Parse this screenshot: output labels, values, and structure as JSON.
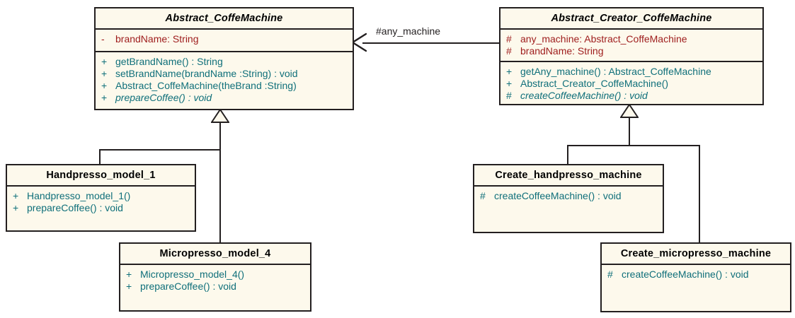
{
  "diagram": {
    "title": "Abstract Factory coffee machine UML class diagram",
    "colors": {
      "class_fill": "#fdf9ec",
      "border": "#231f20",
      "attribute_text": "#9e1c1c",
      "method_text": "#0f6f7a",
      "title_text": "#000000",
      "background": "#ffffff"
    }
  },
  "classes": {
    "abstract_coffemachine": {
      "name": "Abstract_CoffeMachine",
      "is_abstract": true,
      "attributes": [
        {
          "visibility": "-",
          "text": "brandName:  String",
          "is_abstract": false
        }
      ],
      "methods": [
        {
          "visibility": "+",
          "text": "getBrandName() : String",
          "is_abstract": false
        },
        {
          "visibility": "+",
          "text": "setBrandName(brandName :String) : void",
          "is_abstract": false
        },
        {
          "visibility": "+",
          "text": "Abstract_CoffeMachine(theBrand :String)",
          "is_abstract": false
        },
        {
          "visibility": "+",
          "text": "prepareCoffee() : void",
          "is_abstract": true
        }
      ]
    },
    "abstract_creator_coffemachine": {
      "name": "Abstract_Creator_CoffeMachine",
      "is_abstract": true,
      "attributes": [
        {
          "visibility": "#",
          "text": "any_machine:  Abstract_CoffeMachine",
          "is_abstract": false
        },
        {
          "visibility": "#",
          "text": "brandName:  String",
          "is_abstract": false
        }
      ],
      "methods": [
        {
          "visibility": "+",
          "text": "getAny_machine() : Abstract_CoffeMachine",
          "is_abstract": false
        },
        {
          "visibility": "+",
          "text": "Abstract_Creator_CoffeMachine()",
          "is_abstract": false
        },
        {
          "visibility": "#",
          "text": "createCoffeeMachine() : void",
          "is_abstract": true
        }
      ]
    },
    "handpresso_model_1": {
      "name": "Handpresso_model_1",
      "is_abstract": false,
      "attributes": [],
      "methods": [
        {
          "visibility": "+",
          "text": "Handpresso_model_1()",
          "is_abstract": false
        },
        {
          "visibility": "+",
          "text": "prepareCoffee() : void",
          "is_abstract": false
        }
      ]
    },
    "micropresso_model_4": {
      "name": "Micropresso_model_4",
      "is_abstract": false,
      "attributes": [],
      "methods": [
        {
          "visibility": "+",
          "text": "Micropresso_model_4()",
          "is_abstract": false
        },
        {
          "visibility": "+",
          "text": "prepareCoffee() : void",
          "is_abstract": false
        }
      ]
    },
    "create_handpresso_machine": {
      "name": "Create_handpresso_machine",
      "is_abstract": false,
      "attributes": [],
      "methods": [
        {
          "visibility": "#",
          "text": "createCoffeeMachine() : void",
          "is_abstract": false
        }
      ]
    },
    "create_micropresso_machine": {
      "name": "Create_micropresso_machine",
      "is_abstract": false,
      "attributes": [],
      "methods": [
        {
          "visibility": "#",
          "text": "createCoffeeMachine() : void",
          "is_abstract": false
        }
      ]
    }
  },
  "relationships": {
    "association_any_machine": {
      "label": "#any_machine",
      "type": "association",
      "arrowhead": "open",
      "from": "Abstract_Creator_CoffeMachine",
      "to": "Abstract_CoffeMachine"
    },
    "generalizations": [
      {
        "type": "generalization",
        "from": "Handpresso_model_1",
        "to": "Abstract_CoffeMachine"
      },
      {
        "type": "generalization",
        "from": "Micropresso_model_4",
        "to": "Abstract_CoffeMachine"
      },
      {
        "type": "generalization",
        "from": "Create_handpresso_machine",
        "to": "Abstract_Creator_CoffeMachine"
      },
      {
        "type": "generalization",
        "from": "Create_micropresso_machine",
        "to": "Abstract_Creator_CoffeMachine"
      }
    ]
  }
}
